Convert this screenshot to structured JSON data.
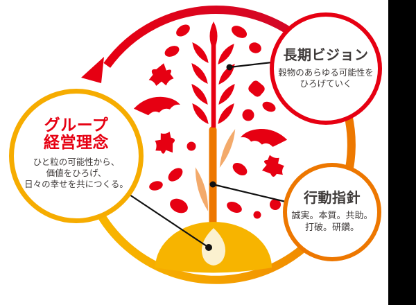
{
  "bubbles": {
    "group_philosophy": {
      "title": "グループ\n経営理念",
      "body": "ひと粒の可能性から、\n価値をひろげ、\n日々の幸せを共につくる。"
    },
    "long_term_vision": {
      "title": "長期ビジョン",
      "body": "穀物のあらゆる可能性を\nひろげていく"
    },
    "action_guidelines": {
      "title": "行動指針",
      "body": "誠実。本質。共助。\n打破。研鑽。"
    }
  },
  "illustration": {
    "icons": [
      "cycle-arrow-red",
      "cycle-arc-orange-yellow",
      "wheat-ear-icon",
      "stem",
      "leaf-left",
      "leaf-right",
      "grain-scatter",
      "soil-mound",
      "seed"
    ]
  },
  "colors": {
    "red": "#E60012",
    "redDeep": "#CF0A2C",
    "orange": "#ED7700",
    "yellow": "#F8B500",
    "gold": "#F7B400",
    "goldborder": "#F6AC00",
    "leaf": "#F3AA6B",
    "seedfill": "#FBF1CF",
    "ink": "#3E3A39",
    "line": "#111111",
    "bar": "#000000",
    "bg": "#FFFFFF"
  }
}
